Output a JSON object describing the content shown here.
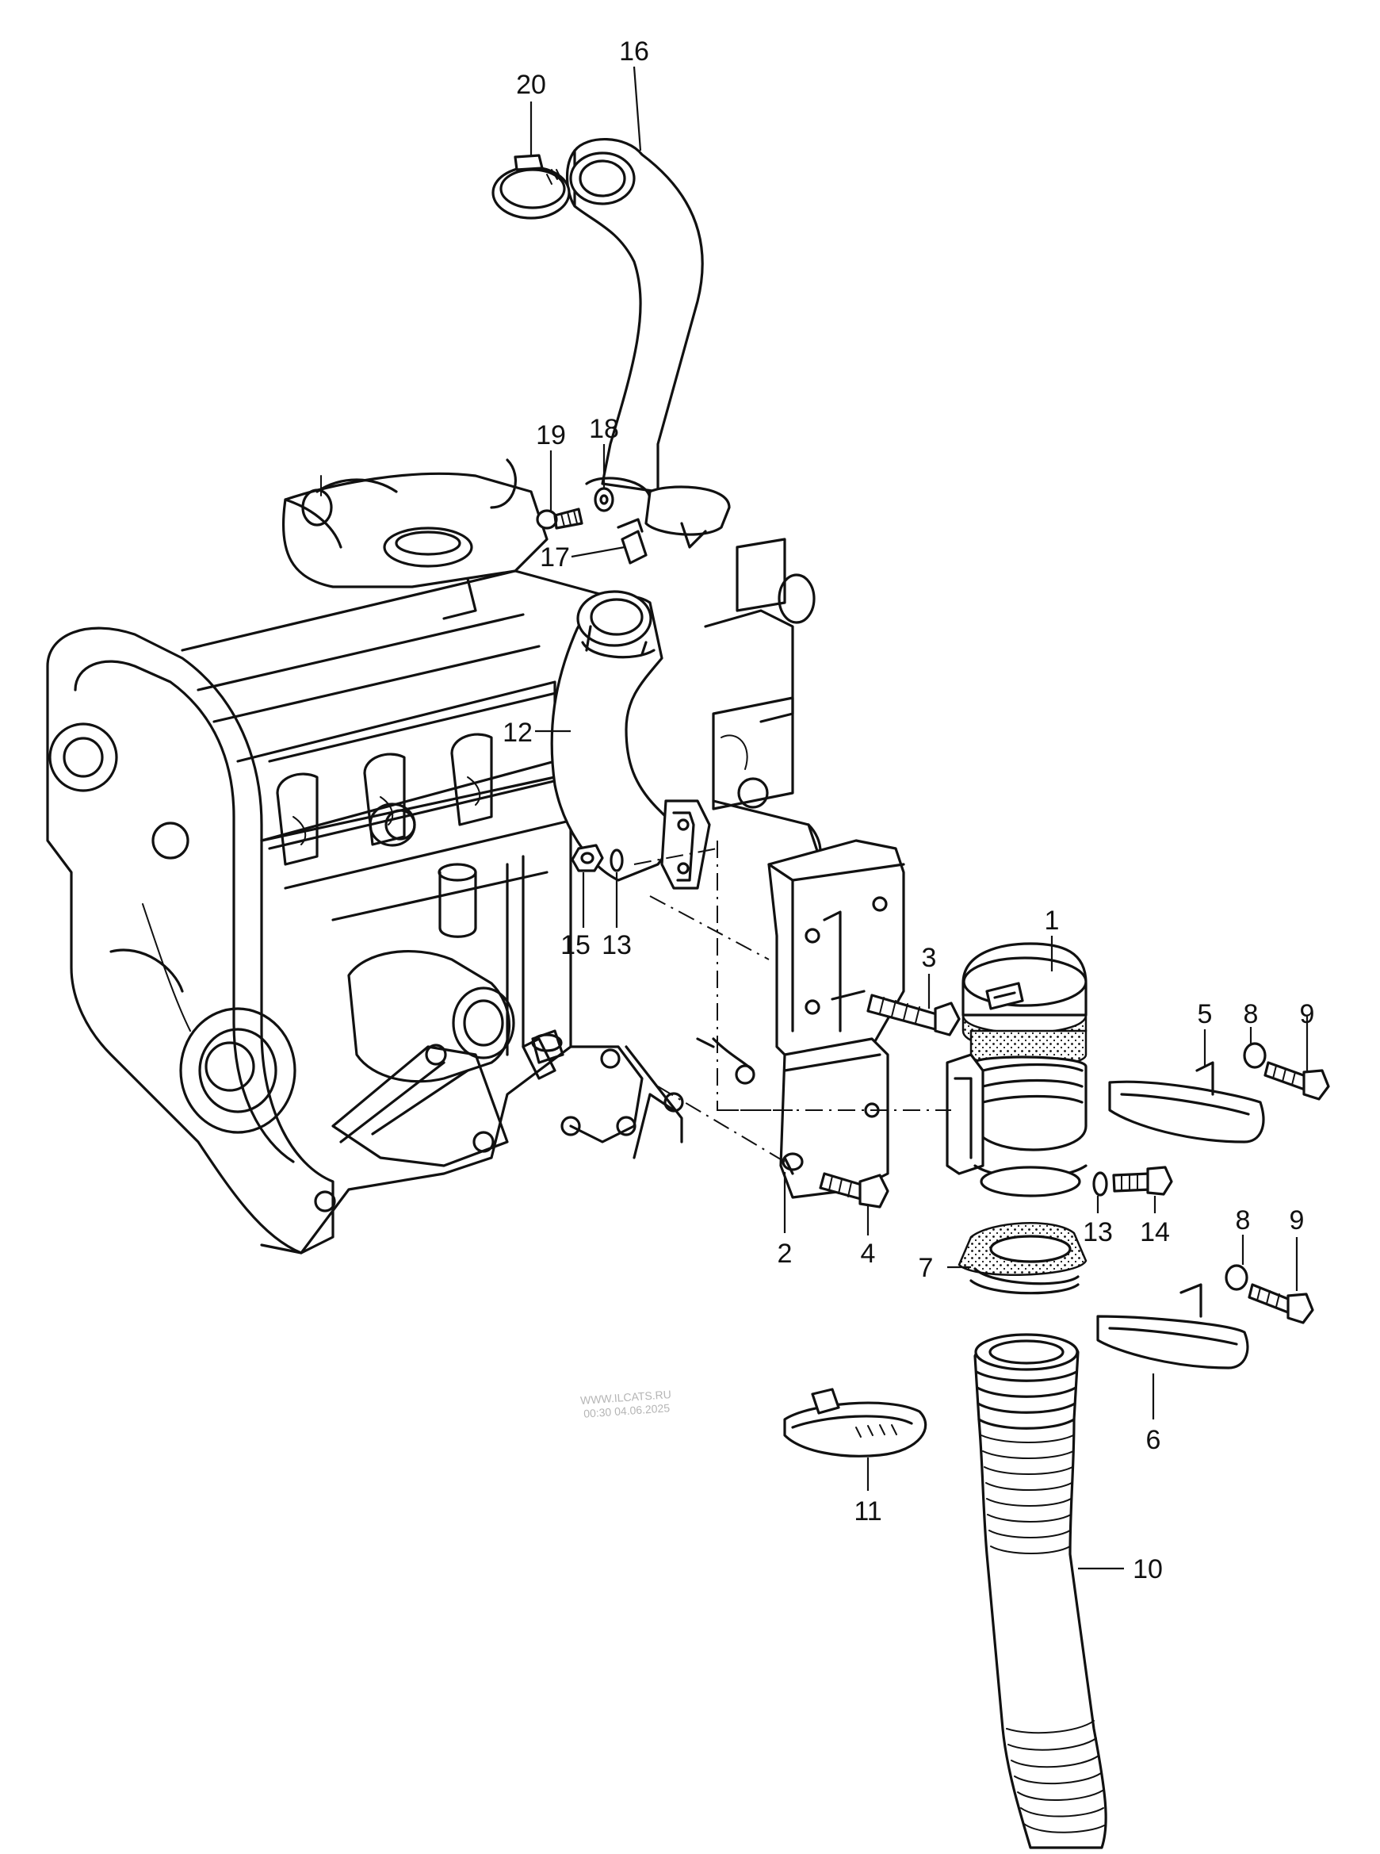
{
  "diagram": {
    "callouts": [
      "1",
      "2",
      "3",
      "4",
      "5",
      "6",
      "7",
      "8",
      "8",
      "9",
      "9",
      "10",
      "11",
      "12",
      "13",
      "13",
      "14",
      "15",
      "16",
      "17",
      "18",
      "19",
      "20"
    ],
    "watermark": {
      "line1": "WWW.ILCATS.RU",
      "line2": "00:30 04.06.2025"
    }
  }
}
